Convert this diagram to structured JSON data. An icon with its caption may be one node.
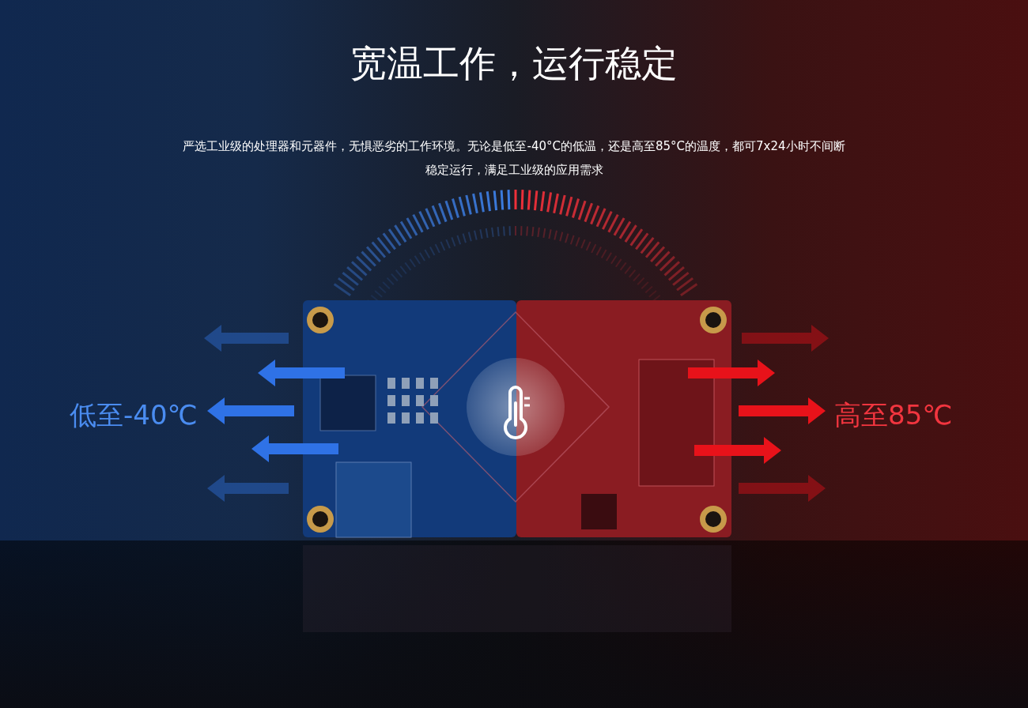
{
  "diagram": {
    "title": "宽温工作，运行稳定",
    "labels": [
      "严选工业级的处理器和元器件，无惧恶劣的工作环境。无论是低至-40°C的低温，还是高至85°C的温度，都可7x24小时不间断稳定运行，满足工业级的应用需求",
      "低至-40℃",
      "高至85℃"
    ]
  }
}
